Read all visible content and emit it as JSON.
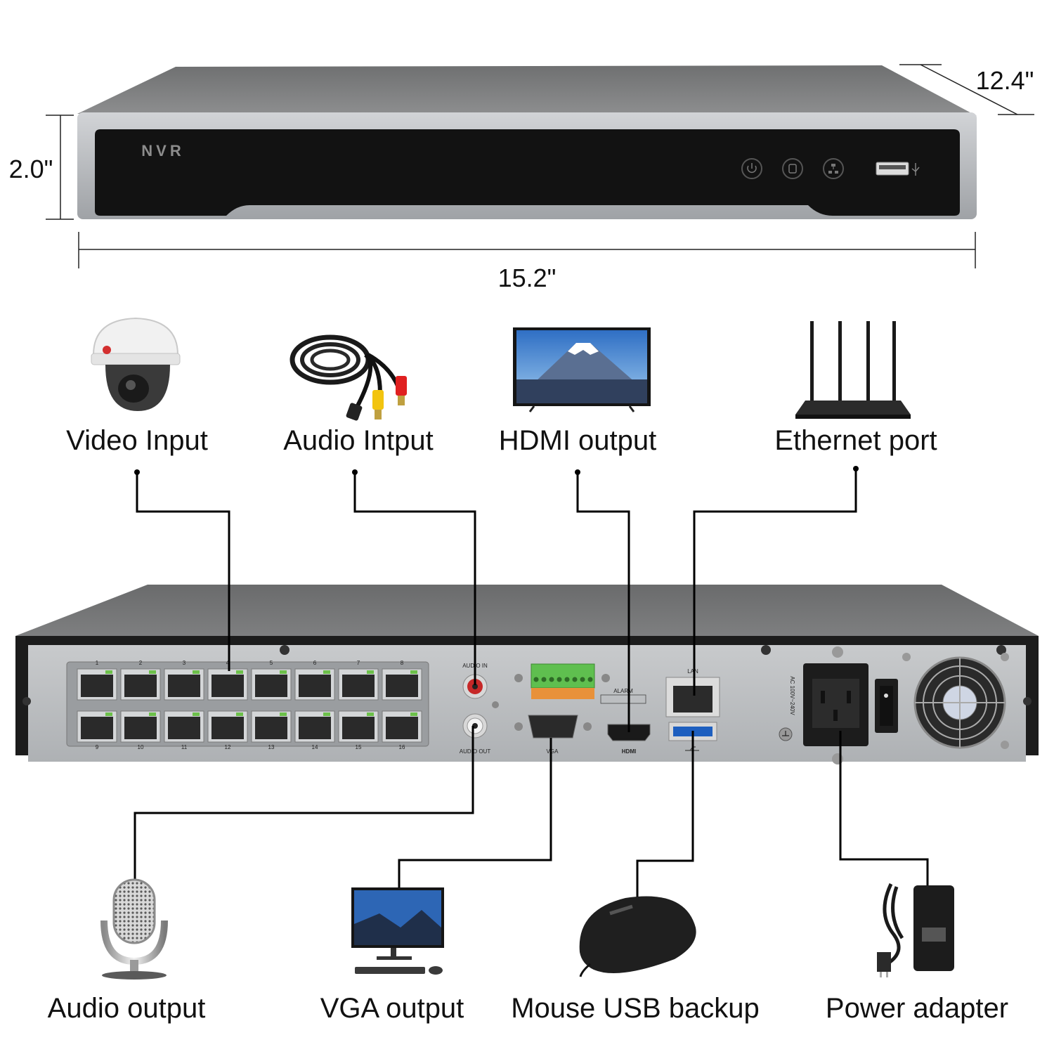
{
  "dimensions": {
    "depth": "12.4\"",
    "height": "2.0\"",
    "width": "15.2\""
  },
  "front_panel": {
    "brand": "NVR"
  },
  "inputs": [
    {
      "label": "Video Input",
      "icon": "dome-camera-icon"
    },
    {
      "label": "Audio Intput",
      "icon": "av-cable-icon"
    },
    {
      "label": "HDMI output",
      "icon": "tv-icon"
    },
    {
      "label": "Ethernet port",
      "icon": "router-icon"
    }
  ],
  "outputs": [
    {
      "label": "Audio output",
      "icon": "microphone-icon"
    },
    {
      "label": "VGA output",
      "icon": "monitor-icon"
    },
    {
      "label": "Mouse USB backup",
      "icon": "mouse-icon"
    },
    {
      "label": "Power adapter",
      "icon": "power-adapter-icon"
    }
  ],
  "rear_panel": {
    "port_numbers_top": [
      "1",
      "2",
      "3",
      "4",
      "5",
      "6",
      "7",
      "8"
    ],
    "port_numbers_bottom": [
      "9",
      "10",
      "11",
      "12",
      "13",
      "14",
      "15",
      "16"
    ],
    "audio_in": "AUDIO IN",
    "audio_out": "AUDIO OUT",
    "vga": "VGA",
    "alarm": "ALARM",
    "hdmi": "HDMI",
    "lan": "LAN",
    "power_rating": "AC 100V~240V"
  },
  "colors": {
    "chassis_top": "#7d7e7f",
    "bezel": "#b9bbbe",
    "faceplate": "#111111",
    "terminal_green": "#5fbf4f",
    "rca_red": "#c62828"
  }
}
